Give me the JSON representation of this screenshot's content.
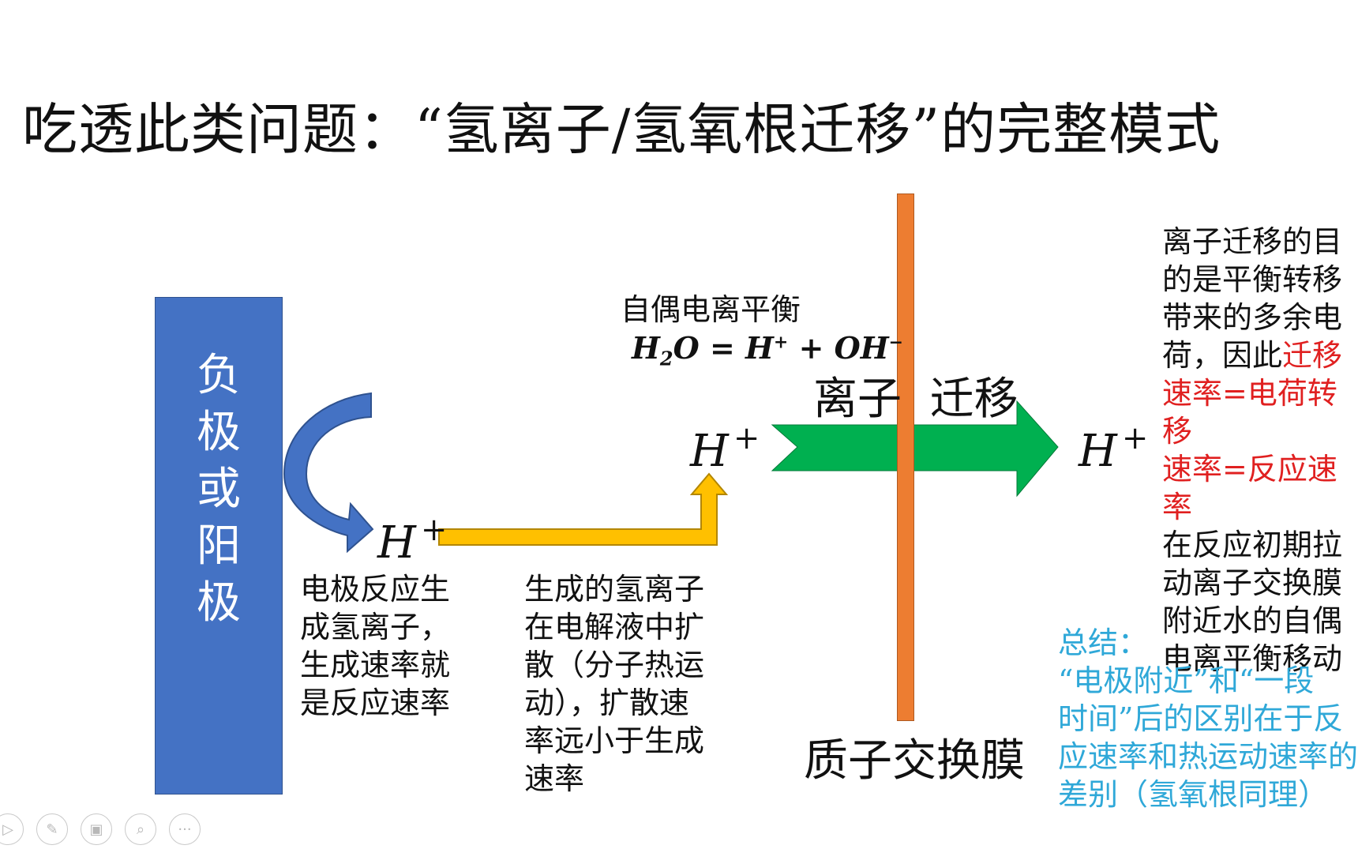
{
  "title": "吃透此类问题：“氢离子/氢氧根迁移”的完整模式",
  "electrode": {
    "label_lines": [
      "负",
      "极",
      "或",
      "阳",
      "极"
    ]
  },
  "h_plus": {
    "base": "H",
    "sup": "+"
  },
  "electrode_reaction": {
    "lines": [
      "电极反应生",
      "成氢离子，",
      "生成速率就",
      "是反应速率"
    ]
  },
  "diffusion": {
    "lines": [
      "生成的氢离子",
      "在电解液中扩",
      "散（分子热运",
      "动），扩散速",
      "率远小于生成",
      "速率"
    ]
  },
  "self_ionization": {
    "title": "自偶电离平衡",
    "eq_h": "H",
    "eq_sub": "2",
    "eq_rest": "O = H",
    "eq_plus_sup": "+",
    "eq_mid": " + OH",
    "eq_minus_sup": "−"
  },
  "migration_label": "离子  迁移",
  "membrane_label": "质子交换膜",
  "right_text": {
    "line1": "离子迁移的目",
    "line2": "的是平衡转移",
    "line3": "带来的多余电",
    "line4_a": "荷，因此",
    "line4_b": "迁移",
    "line5": "速率=电荷转移",
    "line6": "速率=反应速率",
    "line7": "在反应初期拉",
    "line8": "动离子交换膜",
    "line9": "附近水的自偶",
    "line10": "电离平衡移动"
  },
  "summary": {
    "head": "总结：",
    "lines": [
      "“电极附近”和“一段",
      "时间”后的区别在于反",
      "应速率和热运动速率的",
      "差别（氢氧根同理）"
    ]
  },
  "colors": {
    "electrode": "#4472c4",
    "membrane": "#ed7d31",
    "yellow_arrow": "#ffc000",
    "green_arrow": "#00b050",
    "red_text": "#e02020",
    "summary_text": "#2fa8d8"
  },
  "toolbar": {
    "icons": [
      "play-icon",
      "pen-icon",
      "slides-icon",
      "zoom-icon",
      "more-icon"
    ],
    "glyphs": [
      "▷",
      "✎",
      "▣",
      "⌕",
      "···"
    ]
  }
}
